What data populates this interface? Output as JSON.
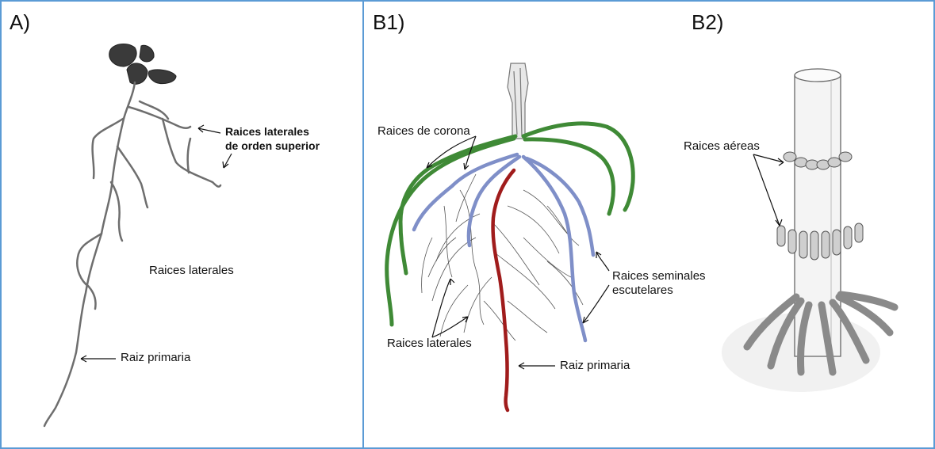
{
  "panels": {
    "a": {
      "letter": "A)",
      "label_lateral_higher_1": "Raices laterales",
      "label_lateral_higher_2": "de orden superior",
      "label_lateral": "Raices  laterales",
      "label_primary": "Raiz primaria"
    },
    "b1": {
      "letter": "B1)",
      "label_crown": "Raices de corona",
      "label_seminal_1": "Raices seminales",
      "label_seminal_2": "escutelares",
      "label_lateral": "Raices  laterales",
      "label_primary": "Raiz primaria"
    },
    "b2": {
      "letter": "B2)",
      "label_aerial": "Raices aéreas"
    }
  },
  "colors": {
    "border": "#5b9bd5",
    "crown_roots": "#3f8a36",
    "seminal_roots": "#7f8fc8",
    "primary_root": "#a01c1c",
    "root_line": "#6e6e6e",
    "leaf": "#3a3a3a"
  }
}
